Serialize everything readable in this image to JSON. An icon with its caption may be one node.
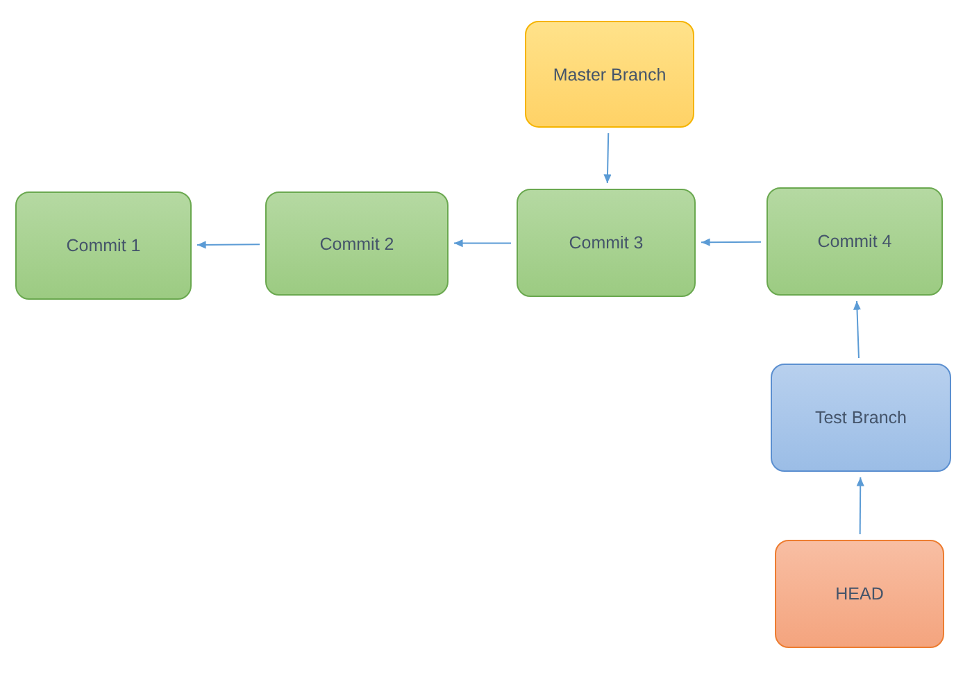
{
  "diagram": {
    "nodes": [
      {
        "text": [
          "Master Branch"
        ]
      },
      {
        "text": [
          "Commit 1"
        ]
      },
      {
        "text": [
          "Commit 2"
        ]
      },
      {
        "text": [
          "Commit 3"
        ]
      },
      {
        "text": [
          "Commit 4"
        ]
      },
      {
        "text": [
          "Test Branch"
        ]
      },
      {
        "text": [
          "HEAD"
        ]
      }
    ],
    "edges": [
      {
        "from": 0,
        "to": 3,
        "arrow": "to"
      },
      {
        "from": 2,
        "to": 1,
        "arrow": "to"
      },
      {
        "from": 3,
        "to": 2,
        "arrow": "to"
      },
      {
        "from": 4,
        "to": 3,
        "arrow": "to"
      },
      {
        "from": 5,
        "to": 4,
        "arrow": "to"
      },
      {
        "from": 6,
        "to": 5,
        "arrow": "to"
      }
    ]
  }
}
